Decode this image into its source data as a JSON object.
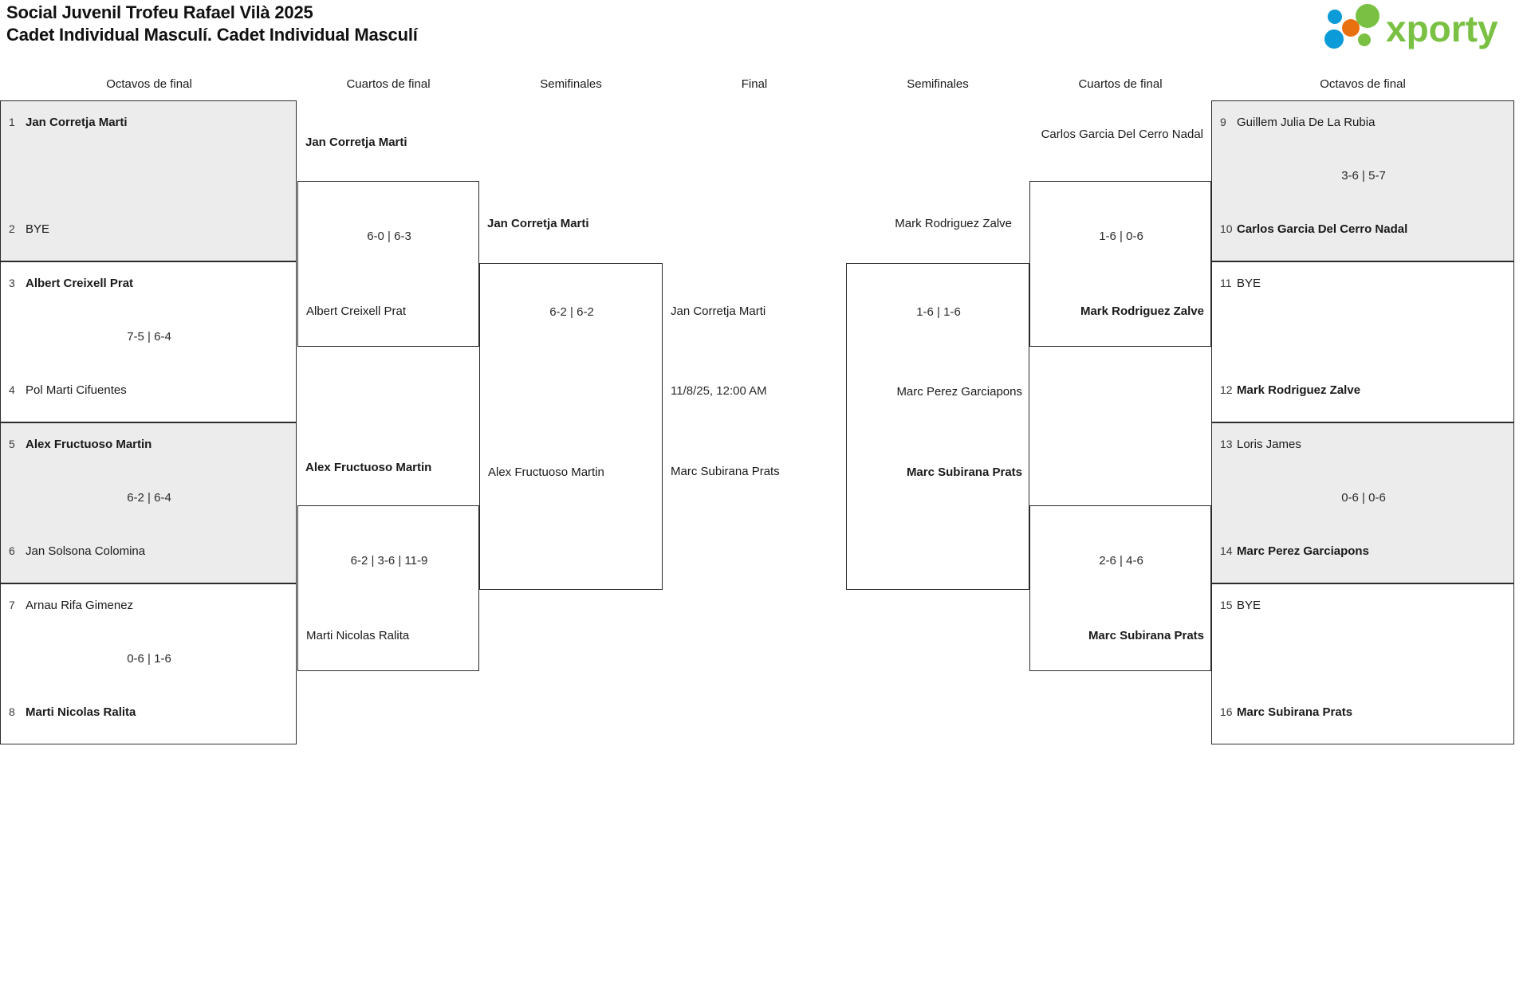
{
  "header": {
    "title_line1": "Social Juvenil Trofeu Rafael Vilà 2025",
    "title_line2": "Cadet Individual Masculí. Cadet Individual Masculí",
    "logo_text": "xporty",
    "logo_colors": {
      "green": "#7ac143",
      "blue": "#0a9bd8",
      "orange": "#e8700f"
    }
  },
  "round_headers": {
    "left_r16": "Octavos de final",
    "left_qf": "Cuartos de final",
    "left_sf": "Semifinales",
    "final": "Final",
    "right_sf": "Semifinales",
    "right_qf": "Cuartos de final",
    "right_r16": "Octavos de final"
  },
  "left_r16": [
    {
      "top": {
        "seed": "1",
        "name": "Jan Corretja Marti",
        "winner": true
      },
      "bottom": {
        "seed": "2",
        "name": "BYE",
        "winner": false
      },
      "score": ""
    },
    {
      "top": {
        "seed": "3",
        "name": "Albert Creixell Prat",
        "winner": true
      },
      "bottom": {
        "seed": "4",
        "name": "Pol Marti Cifuentes",
        "winner": false
      },
      "score": "7-5 | 6-4"
    },
    {
      "top": {
        "seed": "5",
        "name": "Alex Fructuoso Martin",
        "winner": true
      },
      "bottom": {
        "seed": "6",
        "name": "Jan Solsona Colomina",
        "winner": false
      },
      "score": "6-2 | 6-4"
    },
    {
      "top": {
        "seed": "7",
        "name": "Arnau Rifa Gimenez",
        "winner": false
      },
      "bottom": {
        "seed": "8",
        "name": "Marti Nicolas Ralita",
        "winner": true
      },
      "score": "0-6 | 1-6"
    }
  ],
  "left_qf": [
    {
      "top_name": "Jan Corretja Marti",
      "top_winner": true,
      "bottom_name": "Albert Creixell Prat",
      "bottom_winner": false,
      "score": "6-0 | 6-3"
    },
    {
      "top_name": "Alex Fructuoso Martin",
      "top_winner": true,
      "bottom_name": "Marti Nicolas Ralita",
      "bottom_winner": false,
      "score": "6-2 | 3-6 | 11-9"
    }
  ],
  "left_sf": {
    "top_name": "Jan Corretja Marti",
    "top_winner": true,
    "bottom_name": "Alex Fructuoso Martin",
    "bottom_winner": false,
    "score": "6-2 | 6-2"
  },
  "final": {
    "top_name": "Jan Corretja Marti",
    "top_winner": false,
    "bottom_name": "Marc Subirana Prats",
    "bottom_winner": false,
    "date": "11/8/25, 12:00 AM"
  },
  "right_sf": {
    "top_name": "Carlos Garcia Del Cerro Nadal",
    "top_winner": false,
    "top_loser_name": "Mark Rodriguez Zalve",
    "bottom_name": "Marc Perez Garciapons",
    "bottom_winner": false,
    "winner_name": "Marc Subirana Prats",
    "top_score": "1-6 | 1-6"
  },
  "right_qf": [
    {
      "winner_name": "Mark Rodriguez Zalve",
      "score": "1-6 | 0-6"
    },
    {
      "winner_name": "Marc Subirana Prats",
      "score": "2-6 | 4-6"
    }
  ],
  "right_r16": [
    {
      "top": {
        "seed": "9",
        "name": "Guillem Julia De La Rubia",
        "winner": false
      },
      "bottom": {
        "seed": "10",
        "name": "Carlos Garcia Del Cerro Nadal",
        "winner": true
      },
      "score": "3-6 | 5-7"
    },
    {
      "top": {
        "seed": "11",
        "name": "BYE",
        "winner": false
      },
      "bottom": {
        "seed": "12",
        "name": "Mark Rodriguez Zalve",
        "winner": true
      },
      "score": ""
    },
    {
      "top": {
        "seed": "13",
        "name": "Loris James",
        "winner": false
      },
      "bottom": {
        "seed": "14",
        "name": "Marc Perez Garciapons",
        "winner": true
      },
      "score": "0-6 | 0-6"
    },
    {
      "top": {
        "seed": "15",
        "name": "BYE",
        "winner": false
      },
      "bottom": {
        "seed": "16",
        "name": "Marc Subirana Prats",
        "winner": true
      },
      "score": ""
    }
  ]
}
